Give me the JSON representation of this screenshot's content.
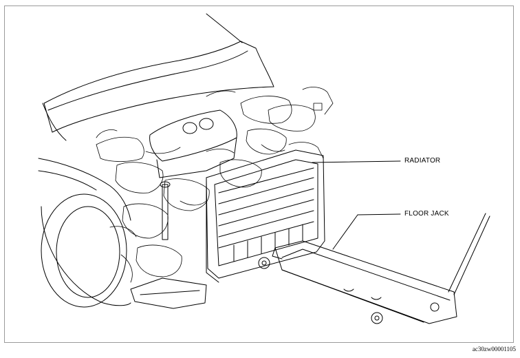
{
  "labels": {
    "radiator": "RADIATOR",
    "floor_jack": "FLOOR JACK"
  },
  "figure_code": "ac30zw00001105",
  "colors": {
    "line": "#000000",
    "frame": "#9a9a9a",
    "background": "#ffffff"
  }
}
